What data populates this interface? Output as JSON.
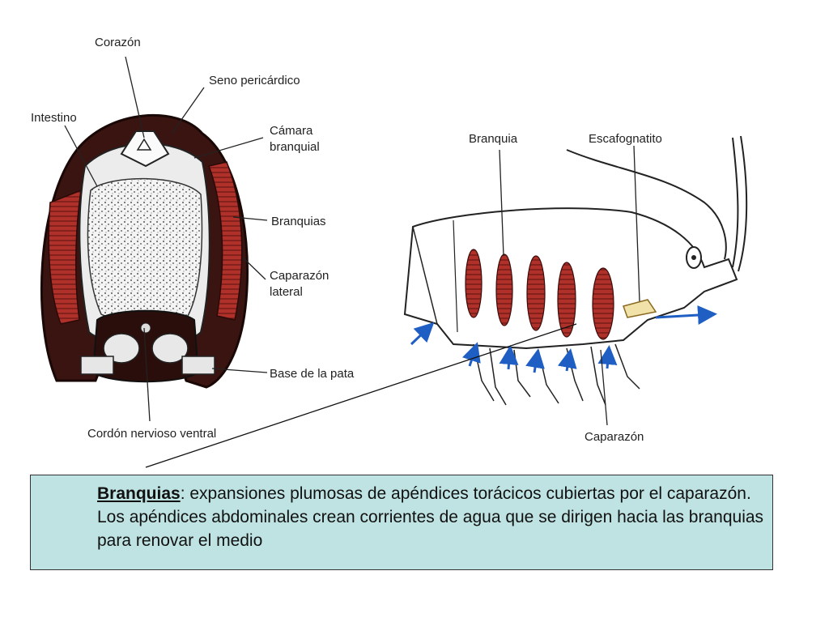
{
  "cross_section": {
    "labels": {
      "corazon": "Corazón",
      "seno": "Seno pericárdico",
      "intestino": "Intestino",
      "camara_1": "Cámara",
      "camara_2": "branquial",
      "branquias": "Branquias",
      "caparazon_lat_1": "Caparazón",
      "caparazon_lat_2": "lateral",
      "base_pata": "Base de la pata",
      "cordon": "Cordón nervioso ventral"
    }
  },
  "side_view": {
    "labels": {
      "branquia": "Branquia",
      "escafognatito": "Escafognatito",
      "caparazon": "Caparazón"
    }
  },
  "colors": {
    "gill": "#b0302a",
    "water_arrow": "#1f5fc4",
    "caption_bg": "#bfe3e3"
  },
  "caption": {
    "term": "Branquias",
    "text": ": expansiones plumosas de apéndices torácicos cubiertas por el caparazón. Los apéndices abdominales crean corrientes de agua que se dirigen hacia las branquias para renovar el medio"
  }
}
